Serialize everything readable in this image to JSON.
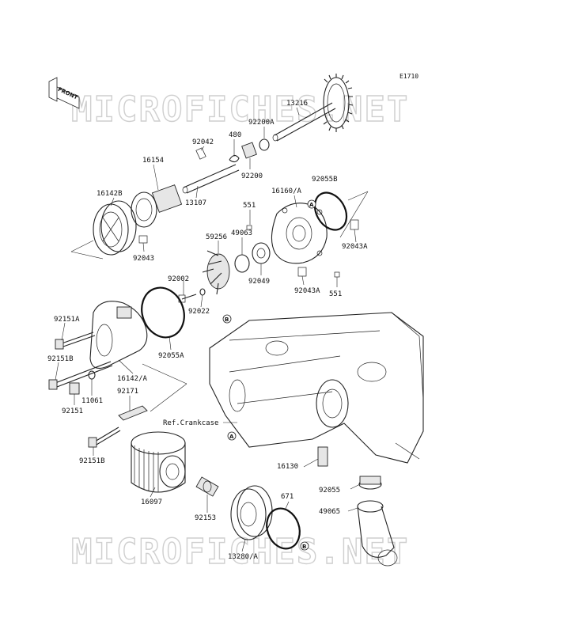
{
  "diagram_code": "E1710",
  "front_label": "FRONT",
  "watermarks": [
    "MICROFICHES.NET",
    "MICROFICHES.NET"
  ],
  "ref_crankcase": "Ref.Crankcase",
  "refs": [
    "A",
    "B"
  ],
  "parts": [
    "13216",
    "92200A",
    "480",
    "92042",
    "92200",
    "16154",
    "13107",
    "16142B",
    "16160/A",
    "92055B",
    "551",
    "49063",
    "59256",
    "92043",
    "92043A",
    "92049",
    "92002",
    "92022",
    "92043A",
    "551",
    "92151A",
    "92055A",
    "92151B",
    "16142/A",
    "11061",
    "92171",
    "92151",
    "92151B",
    "16130",
    "92055",
    "671",
    "49065",
    "16097",
    "92153",
    "13280/A"
  ]
}
